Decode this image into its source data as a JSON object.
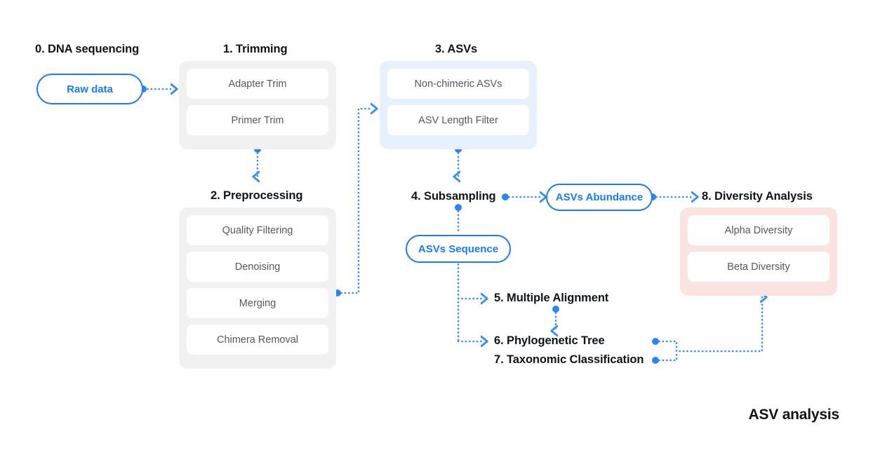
{
  "figure": {
    "caption": "ASV analysis",
    "accent_blue": "#1a7cf0",
    "group_gray": "#f1f1f2",
    "group_blue": "#e7f1fd",
    "group_pink": "#fbe3e1",
    "text_dark": "#101418",
    "text_muted": "#54585e"
  },
  "stages": {
    "sequencing": {
      "title": "0. DNA sequencing",
      "node": "Raw data"
    },
    "trimming": {
      "title": "1. Trimming",
      "items": [
        "Adapter Trim",
        "Primer Trim"
      ]
    },
    "preprocessing": {
      "title": "2. Preprocessing",
      "items": [
        "Quality Filtering",
        "Denoising",
        "Merging",
        "Chimera Removal"
      ]
    },
    "asvs": {
      "title": "3. ASVs",
      "items": [
        "Non-chimeric ASVs",
        "ASV Length Filter"
      ]
    },
    "subsampling": {
      "title": "4. Subsampling",
      "outputs": [
        "ASVs Abundance",
        "ASVs Sequence"
      ]
    },
    "multiple_alignment": {
      "title": "5. Multiple Alignment"
    },
    "phylogenetic_tree": {
      "title": "6. Phylogenetic Tree"
    },
    "taxonomic_classification": {
      "title": "7. Taxonomic Classification"
    },
    "diversity": {
      "title": "8. Diversity Analysis",
      "items": [
        "Alpha Diversity",
        "Beta Diversity"
      ]
    }
  }
}
